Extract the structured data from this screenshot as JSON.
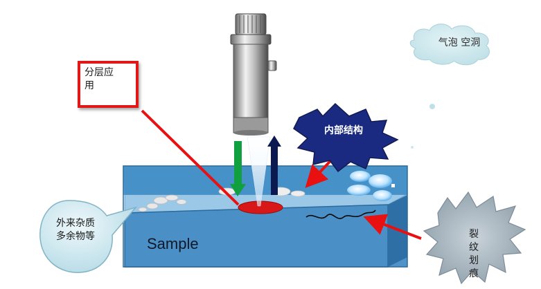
{
  "labels": {
    "layering": "分层应用",
    "bubbles_voids": "气泡 空洞",
    "internal_structure": "内部结构",
    "foreign_impurities": "外来杂质多余物等",
    "cracks_scratches": "裂纹划痕",
    "sample": "Sample"
  },
  "colors": {
    "block_top": "#9cc8e8",
    "block_front": "#3f8cc4",
    "block_side": "#2e6fa6",
    "defect_red": "#d81818",
    "arrow_red": "#e81010",
    "arrow_green": "#10a040",
    "arrow_navy": "#0c1850",
    "star_navy": "#1a2a80",
    "star_grey": "#8a9aa6",
    "bubble_blue": "#6ab8f0"
  }
}
